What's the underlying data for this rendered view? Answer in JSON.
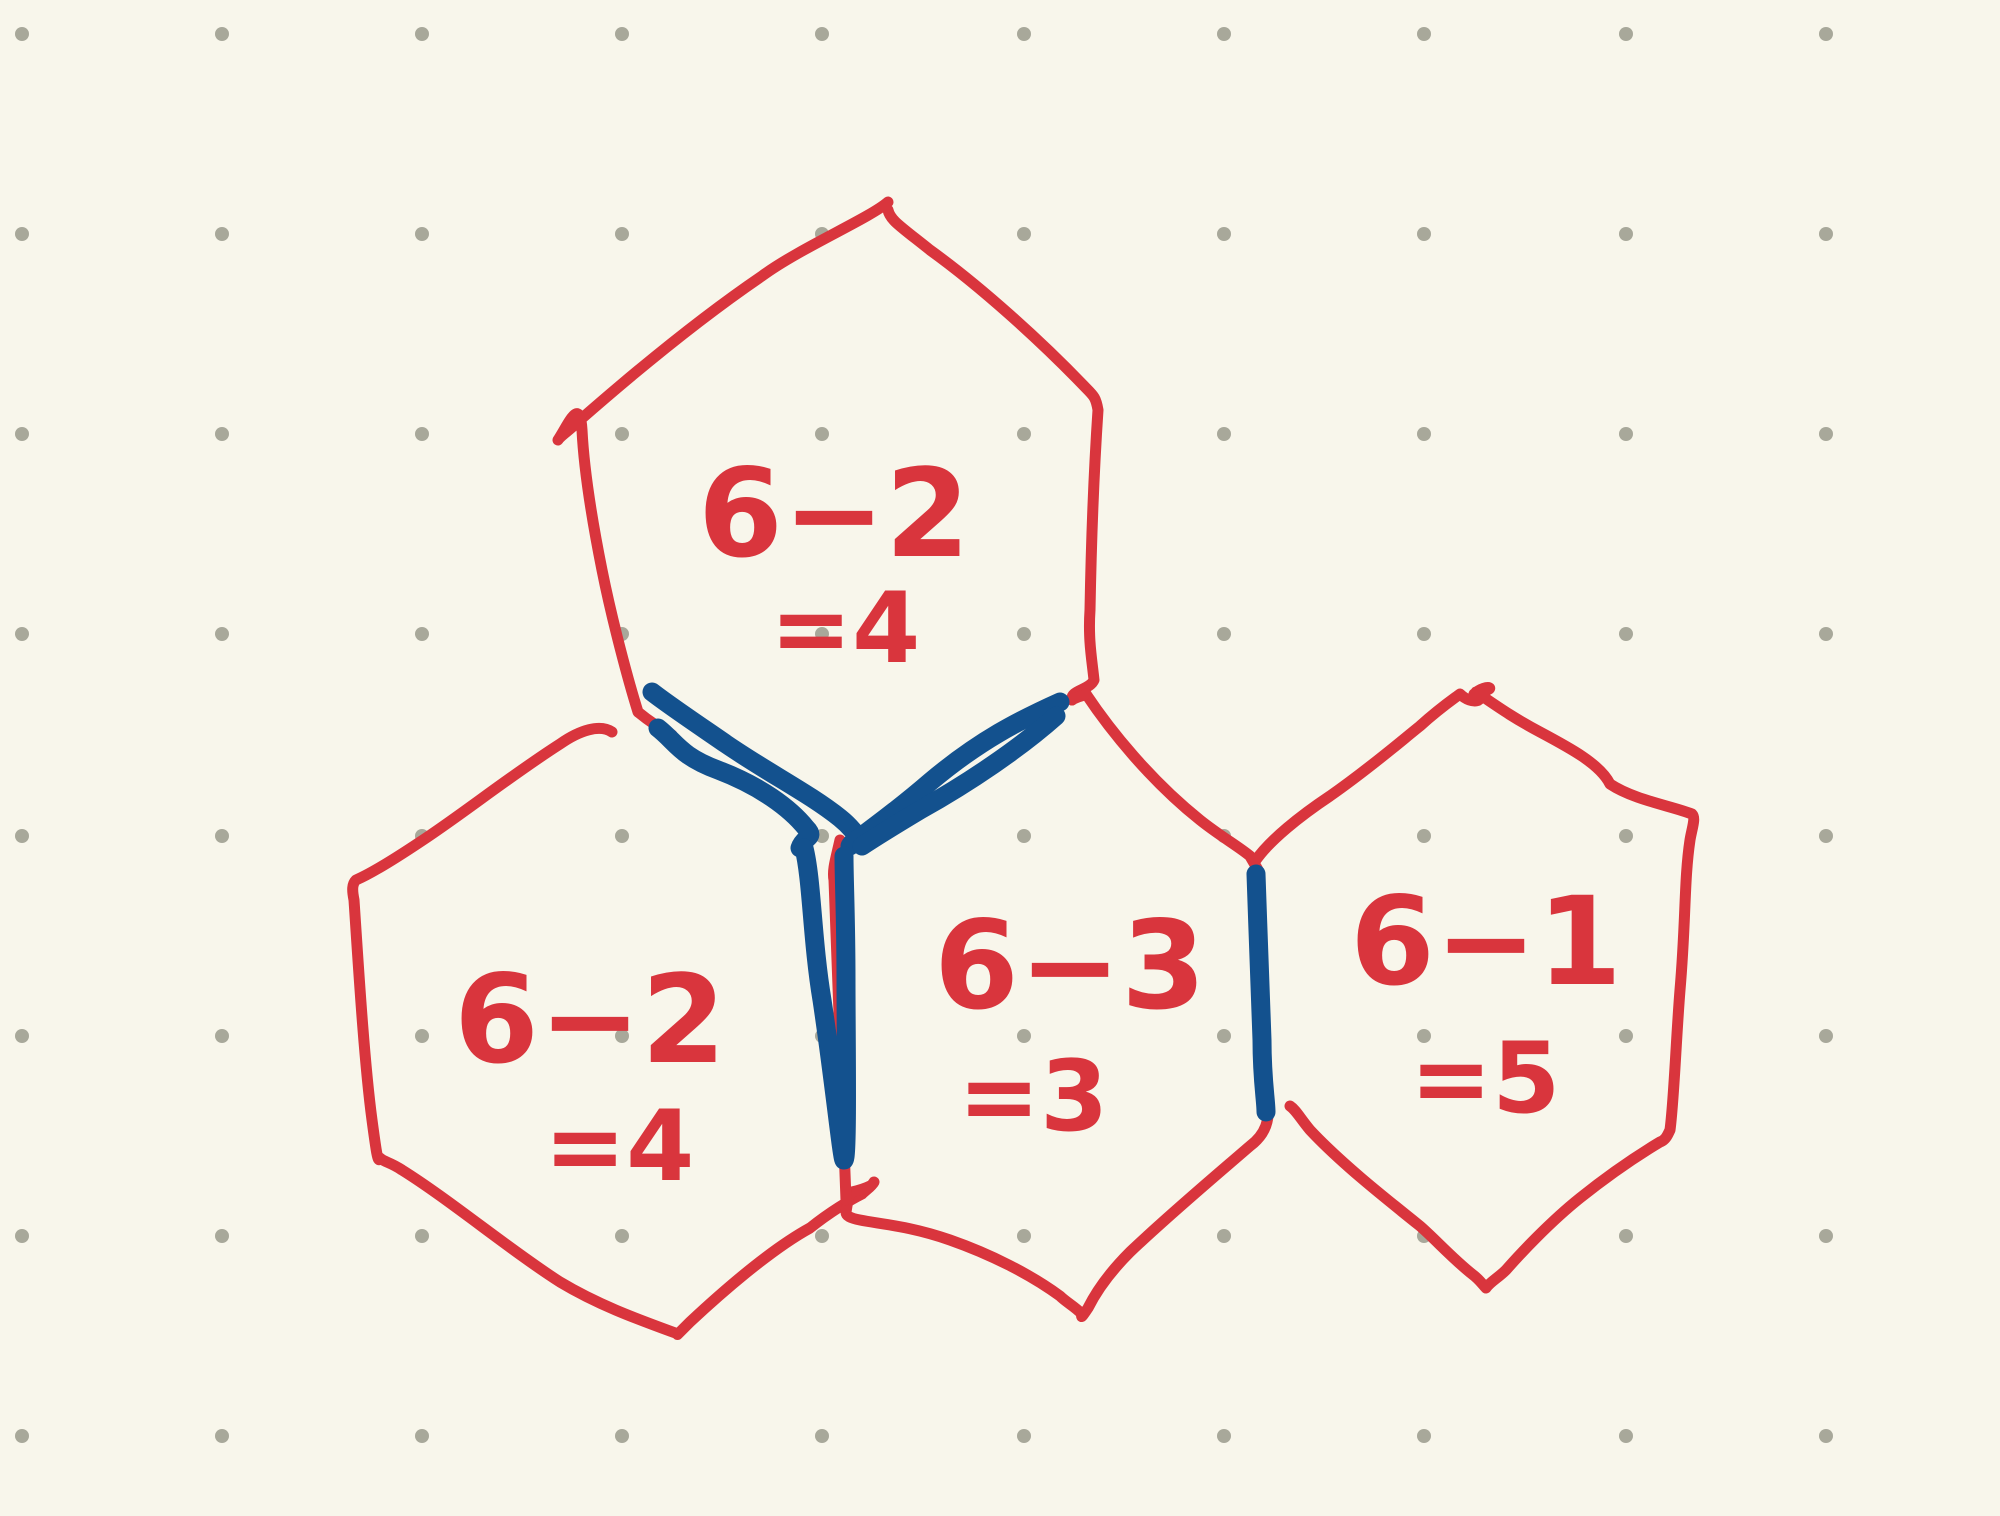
{
  "colors": {
    "background": "#f8f6eb",
    "grid_dot": "#a8a89a",
    "hexagon_outline": "#d9353d",
    "shared_edge": "#13518e",
    "handwriting": "#d9353d"
  },
  "hexagons": [
    {
      "id": "top",
      "expression": "6−2",
      "result": "=4"
    },
    {
      "id": "left",
      "expression": "6−2",
      "result": "=4"
    },
    {
      "id": "middle",
      "expression": "6−3",
      "result": "=3"
    },
    {
      "id": "right",
      "expression": "6−1",
      "result": "=5"
    }
  ],
  "shared_edges": [
    "top-left",
    "top-middle",
    "left-middle",
    "middle-right"
  ]
}
